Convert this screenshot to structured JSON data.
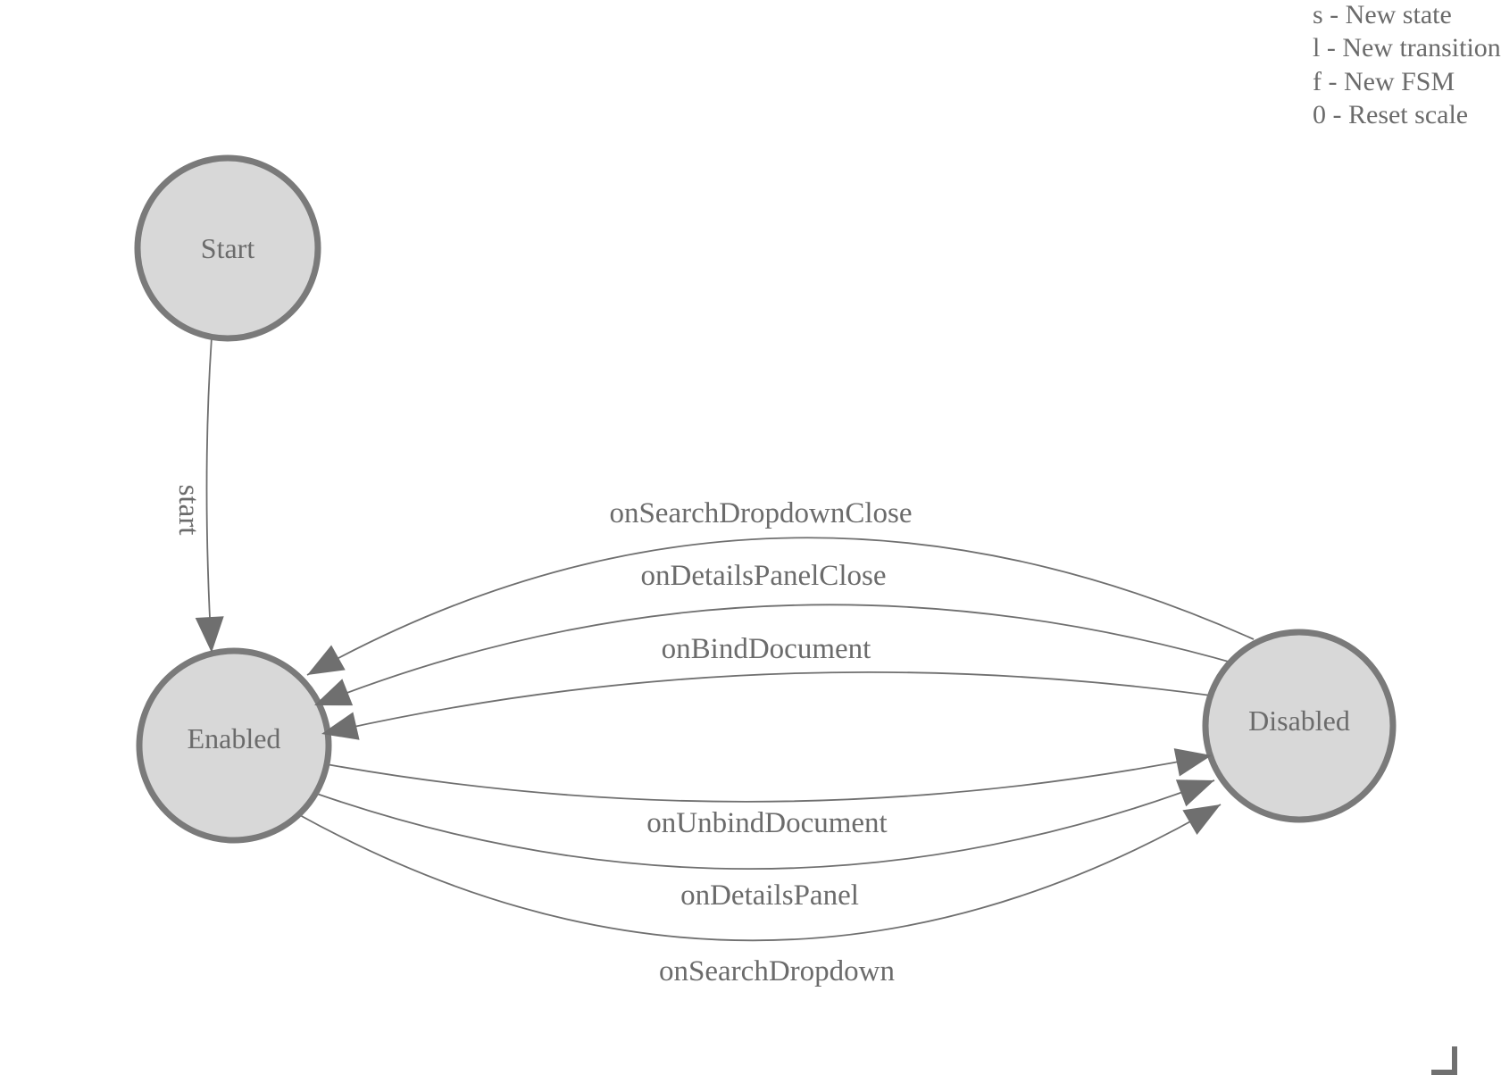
{
  "colors": {
    "background": "#ffffff",
    "node_fill": "#d8d8d8",
    "node_stroke": "#7a7a7a",
    "edge_stroke": "#6f6f6f",
    "arrow_fill": "#6f6f6f",
    "text": "#6b6b6b"
  },
  "diagram": {
    "states": [
      {
        "label": "Start"
      },
      {
        "label": "Enabled"
      },
      {
        "label": "Disabled"
      }
    ],
    "transitions": [
      {
        "label": "start",
        "from": "Start",
        "to": "Enabled"
      },
      {
        "label": "onSearchDropdownClose",
        "from": "Disabled",
        "to": "Enabled"
      },
      {
        "label": "onDetailsPanelClose",
        "from": "Disabled",
        "to": "Enabled"
      },
      {
        "label": "onBindDocument",
        "from": "Disabled",
        "to": "Enabled"
      },
      {
        "label": "onUnbindDocument",
        "from": "Enabled",
        "to": "Disabled"
      },
      {
        "label": "onDetailsPanel",
        "from": "Enabled",
        "to": "Disabled"
      },
      {
        "label": "onSearchDropdown",
        "from": "Enabled",
        "to": "Disabled"
      }
    ]
  },
  "legend": {
    "items": [
      {
        "text": "s - New state"
      },
      {
        "text": "l - New transition"
      },
      {
        "text": "f - New FSM"
      },
      {
        "text": "0 - Reset scale"
      }
    ]
  }
}
